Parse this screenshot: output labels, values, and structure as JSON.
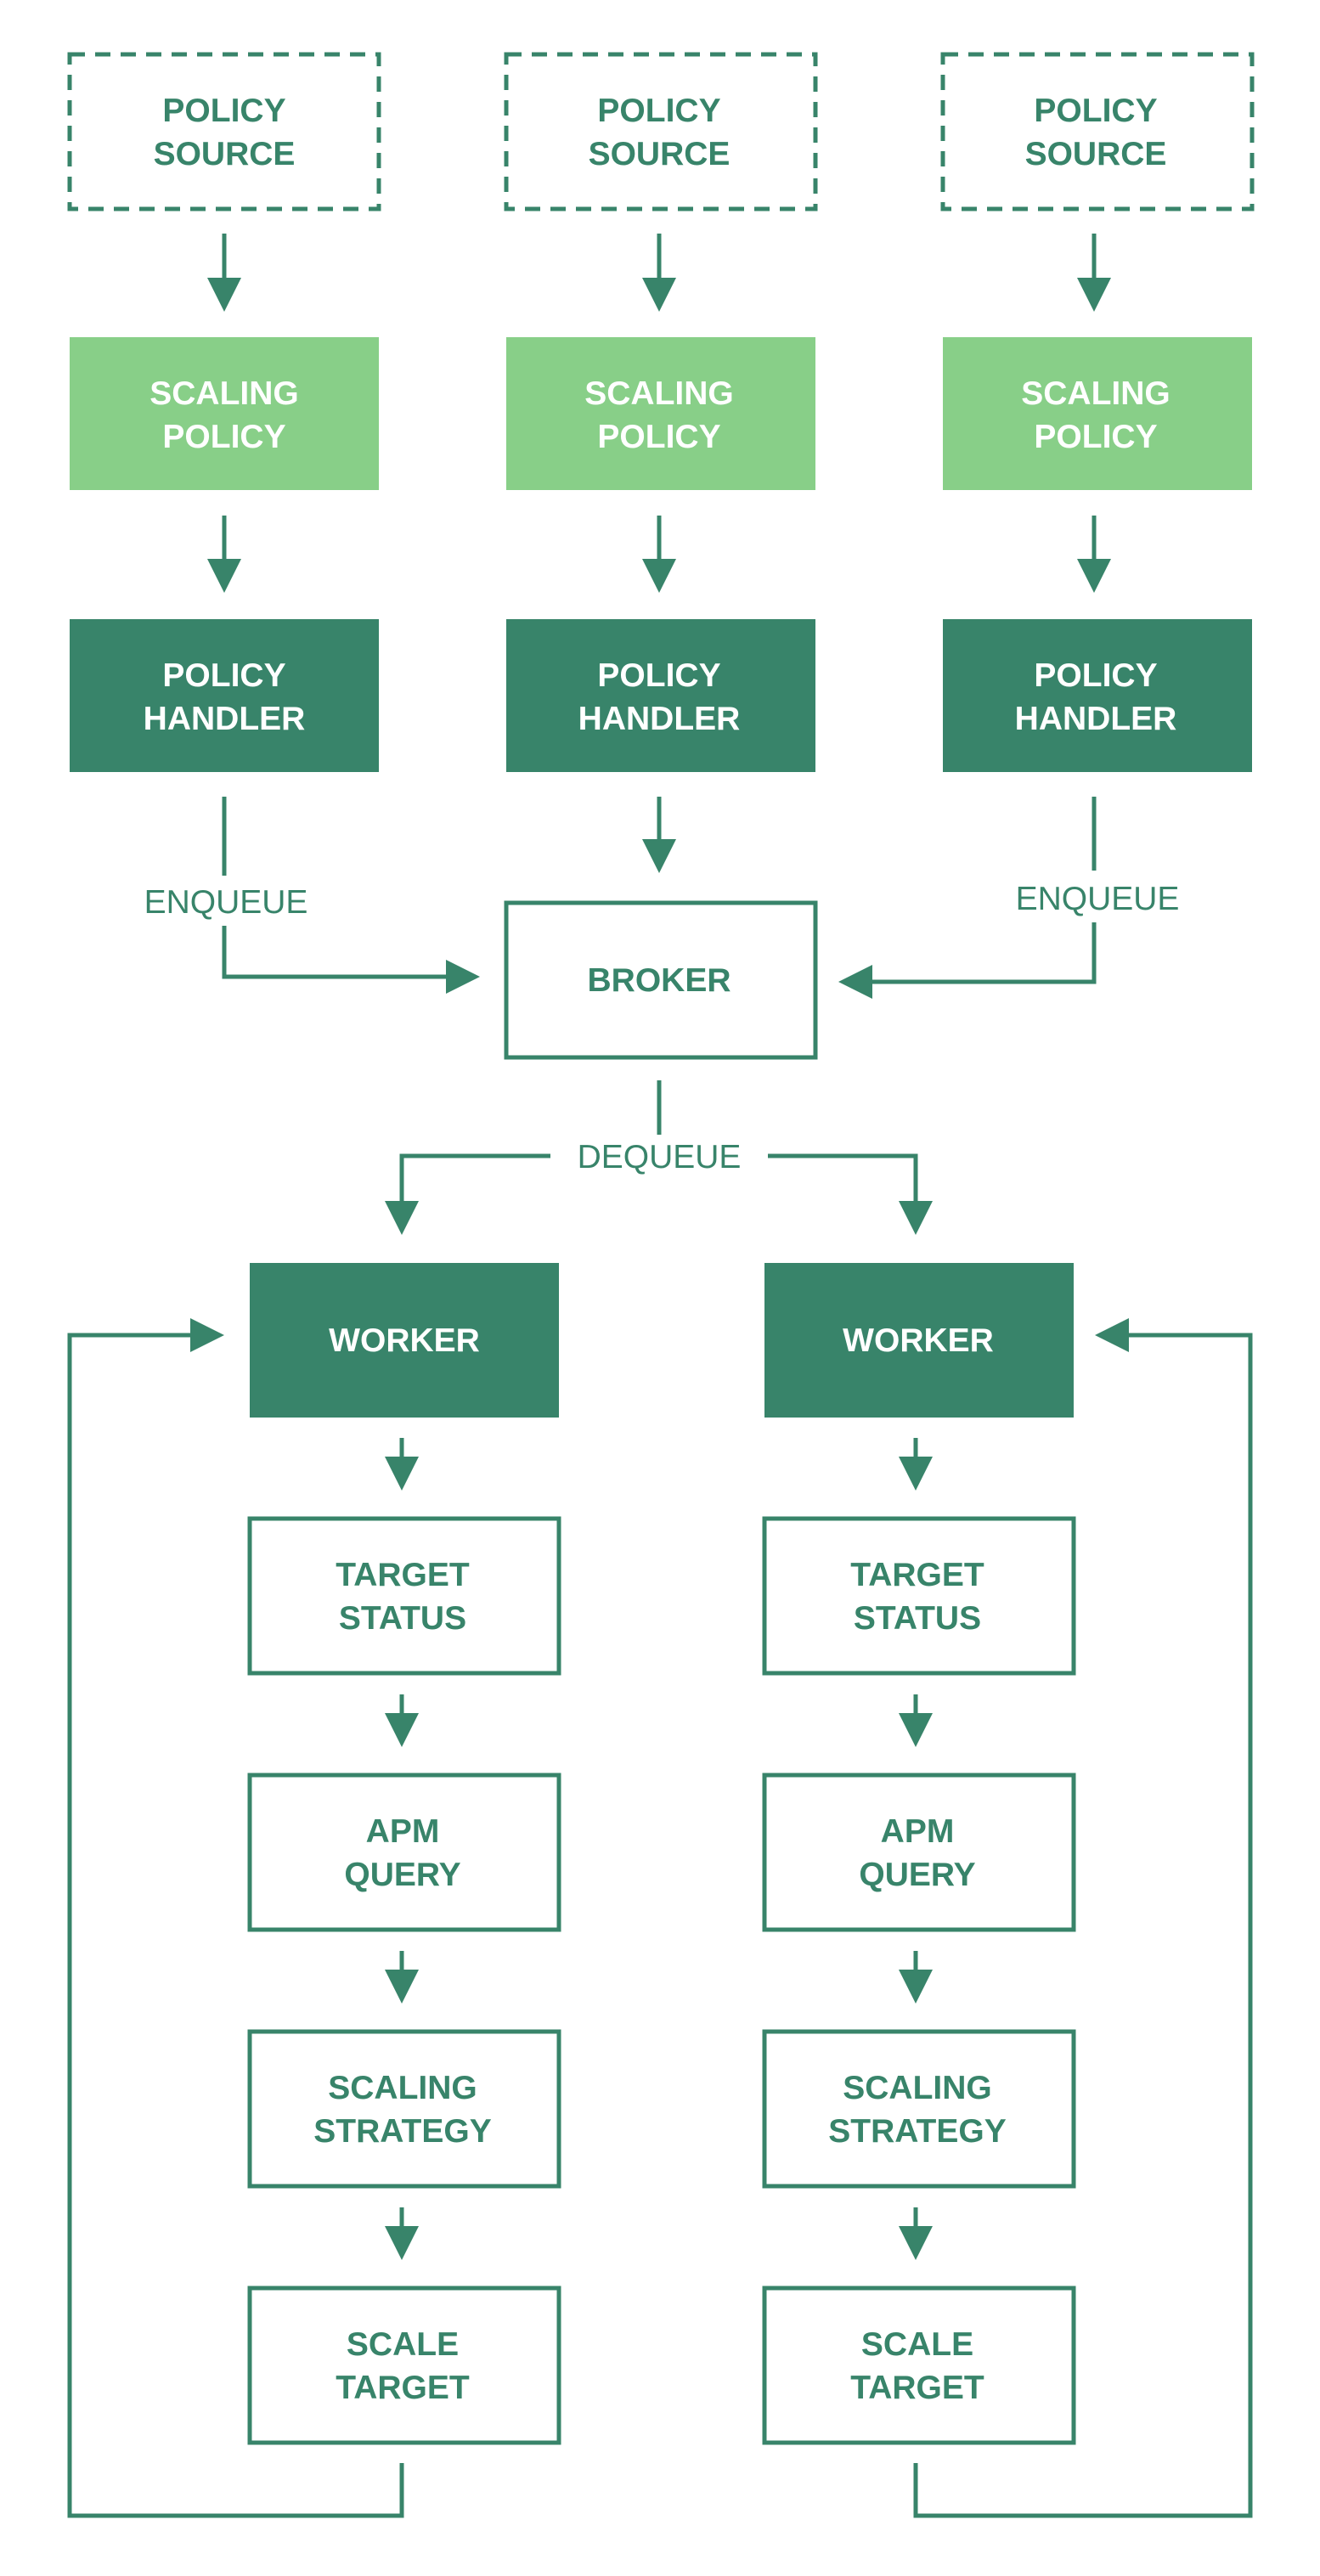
{
  "colors": {
    "dark": "#38846a",
    "light": "#88cf88",
    "white": "#ffffff"
  },
  "nodes": {
    "source_1": {
      "lines": [
        "POLICY",
        "SOURCE"
      ]
    },
    "source_2": {
      "lines": [
        "POLICY",
        "SOURCE"
      ]
    },
    "source_3": {
      "lines": [
        "POLICY",
        "SOURCE"
      ]
    },
    "scaling_policy_1": {
      "lines": [
        "SCALING",
        "POLICY"
      ]
    },
    "scaling_policy_2": {
      "lines": [
        "SCALING",
        "POLICY"
      ]
    },
    "scaling_policy_3": {
      "lines": [
        "SCALING",
        "POLICY"
      ]
    },
    "policy_handler_1": {
      "lines": [
        "POLICY",
        "HANDLER"
      ]
    },
    "policy_handler_2": {
      "lines": [
        "POLICY",
        "HANDLER"
      ]
    },
    "policy_handler_3": {
      "lines": [
        "POLICY",
        "HANDLER"
      ]
    },
    "broker": {
      "lines": [
        "BROKER"
      ]
    },
    "worker_1": {
      "lines": [
        "WORKER"
      ]
    },
    "worker_2": {
      "lines": [
        "WORKER"
      ]
    },
    "target_status_1": {
      "lines": [
        "TARGET",
        "STATUS"
      ]
    },
    "target_status_2": {
      "lines": [
        "TARGET",
        "STATUS"
      ]
    },
    "apm_query_1": {
      "lines": [
        "APM",
        "QUERY"
      ]
    },
    "apm_query_2": {
      "lines": [
        "APM",
        "QUERY"
      ]
    },
    "scaling_strategy_1": {
      "lines": [
        "SCALING",
        "STRATEGY"
      ]
    },
    "scaling_strategy_2": {
      "lines": [
        "SCALING",
        "STRATEGY"
      ]
    },
    "scale_target_1": {
      "lines": [
        "SCALE",
        "TARGET"
      ]
    },
    "scale_target_2": {
      "lines": [
        "SCALE",
        "TARGET"
      ]
    }
  },
  "edge_labels": {
    "enqueue_left": "ENQUEUE",
    "enqueue_right": "ENQUEUE",
    "dequeue": "DEQUEUE"
  }
}
